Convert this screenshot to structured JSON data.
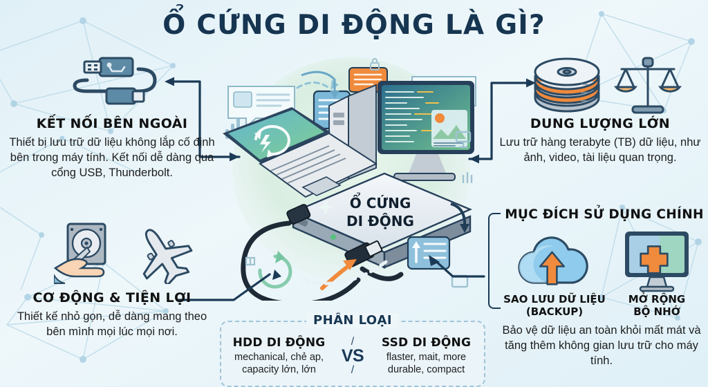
{
  "title": "Ổ CỨNG DI ĐỘNG LÀ GÌ?",
  "colors": {
    "background": "#e3f1f7",
    "title_navy": "#163551",
    "arrow_navy": "#1b3a56",
    "accent_orange": "#f08a3c",
    "accent_teal": "#5fb9b0",
    "box_border": "#9fc4d8"
  },
  "center": {
    "device_label_line1": "Ổ CỨNG",
    "device_label_line2": "DI ĐỘNG",
    "icon": "portable-hard-drive-illustration"
  },
  "blocks": {
    "ketnoi": {
      "heading": "KẾT NỐI BÊN NGOÀI",
      "body": "Thiết bị lưu trữ dữ liệu không lắp cố định bên trong máy tính. Kết nối dễ dàng qua cổng USB, Thunderbolt.",
      "icon": "usb-cable-icon"
    },
    "codong": {
      "heading": "CƠ ĐỘNG & TIỆN LỢI",
      "body": "Thiết kế nhỏ gọn, dễ dàng mang theo bên mình mọi lúc mọi nơi.",
      "icons": [
        "hand-holding-harddisk-icon",
        "airplane-icon"
      ]
    },
    "dungluong": {
      "heading": "DUNG LƯỢNG LỚN",
      "body": "Lưu trữ hàng terabyte (TB) dữ liệu, như ảnh, video, tài liệu quan trọng.",
      "icons": [
        "disk-stack-icon",
        "balance-scale-icon"
      ]
    }
  },
  "purpose": {
    "heading": "MỤC ĐÍCH SỬ DỤNG CHÍNH",
    "items": [
      {
        "label_line1": "SAO LƯU DỮ LIỆU",
        "label_line2": "(BACKUP)",
        "icon": "cloud-upload-icon"
      },
      {
        "label_line1": "MỞ RỘNG",
        "label_line2": "BỘ NHỚ",
        "icon": "monitor-plus-icon"
      }
    ],
    "description": "Bảo vệ dữ liệu an toàn khỏi mất mát và tăng thêm không gian lưu trữ cho máy tính."
  },
  "compare": {
    "caption": "PHÂN LOẠI",
    "vs_label": "VS",
    "left": {
      "heading": "HDD DI ĐỘNG",
      "line1": "mechanical, chẻ ap,",
      "line2": "capacity lớn, lớn"
    },
    "right": {
      "heading": "SSD DI ĐỘNG",
      "line1": "flaster, mait, more",
      "line2": "durable, compact"
    }
  }
}
